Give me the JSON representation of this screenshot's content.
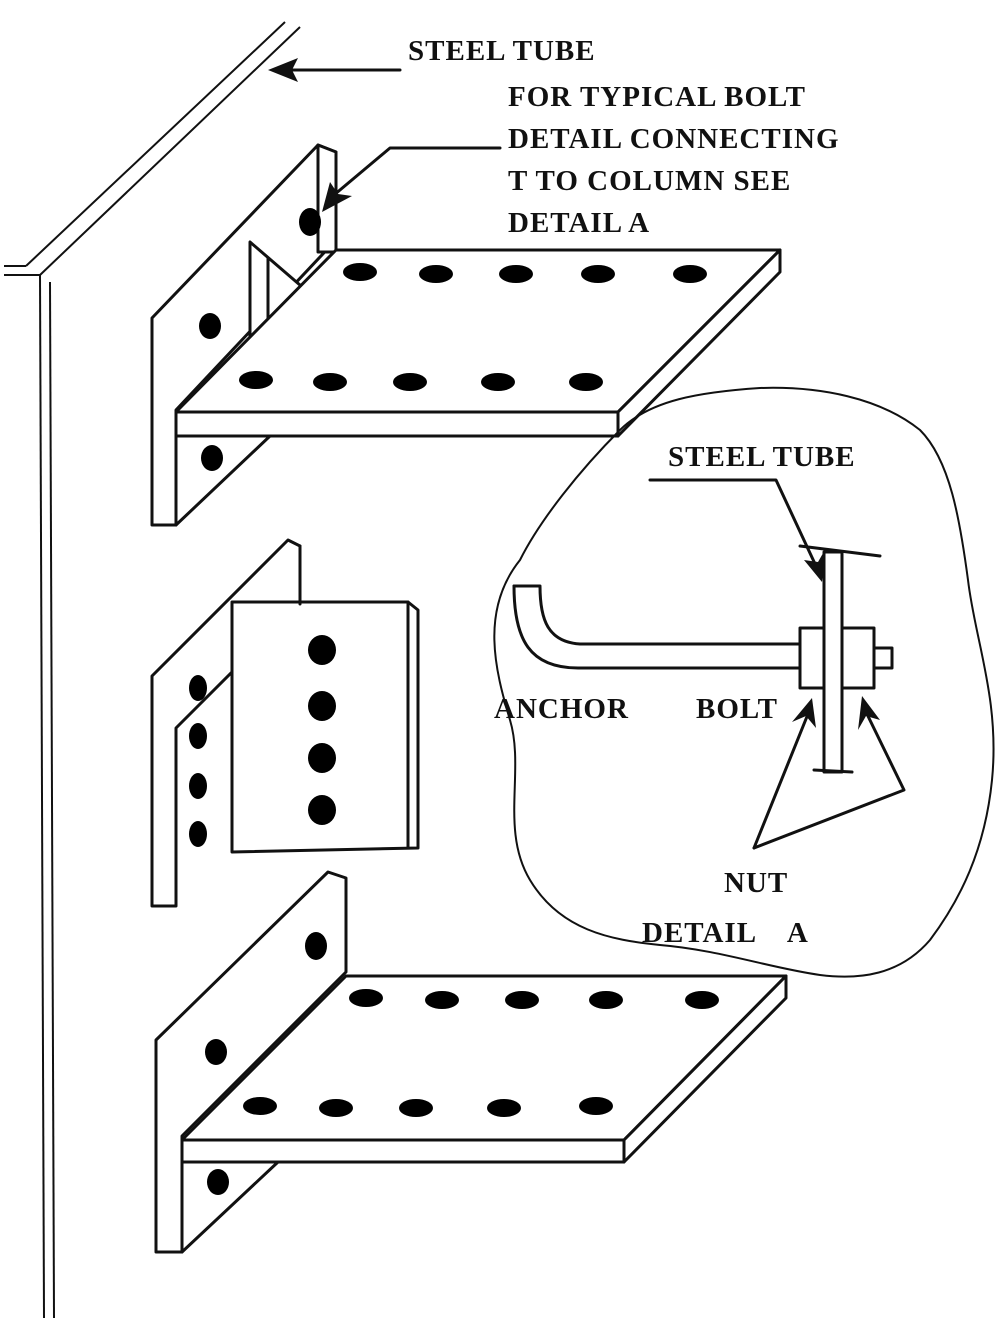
{
  "labels": {
    "steel_tube_top": "STEEL TUBE",
    "note_line_1": "FOR  TYPICAL  BOLT",
    "note_line_2": "DETAIL CONNECTING",
    "note_line_3": "T  TO COLUMN SEE",
    "note_line_4": "DETAIL  A",
    "steel_tube_detail": "STEEL TUBE",
    "anchor": "ANCHOR",
    "bolt": "BOLT",
    "nut": "NUT",
    "detail_a": "DETAIL    A"
  }
}
